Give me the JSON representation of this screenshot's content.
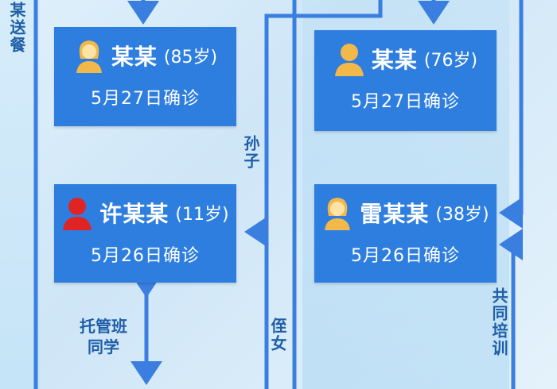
{
  "colors": {
    "card": "#2e7ee0",
    "connector": "#3a7fe0",
    "label_text": "#1f5fa8",
    "avatar_female": "#f2b84a",
    "avatar_case": "#e02424"
  },
  "cards": {
    "a": {
      "name": "某某",
      "age": "(85岁)",
      "date": "5月27日确诊",
      "icon": "female-avatar-icon"
    },
    "b": {
      "name": "某某",
      "age": "(76岁)",
      "date": "5月27日确诊",
      "icon": "person-avatar-icon"
    },
    "c": {
      "name": "许某某",
      "age": "(11岁)",
      "date": "5月26日确诊",
      "icon": "red-case-avatar-icon"
    },
    "d": {
      "name": "雷某某",
      "age": "(38岁)",
      "date": "5月26日确诊",
      "icon": "female-avatar-icon"
    }
  },
  "labels": {
    "top_left_partial": "某送餐",
    "grandson": "孙子",
    "nursery_classmate": "托管班\n同学",
    "niece": "侄女",
    "co_training": "共同培训"
  }
}
